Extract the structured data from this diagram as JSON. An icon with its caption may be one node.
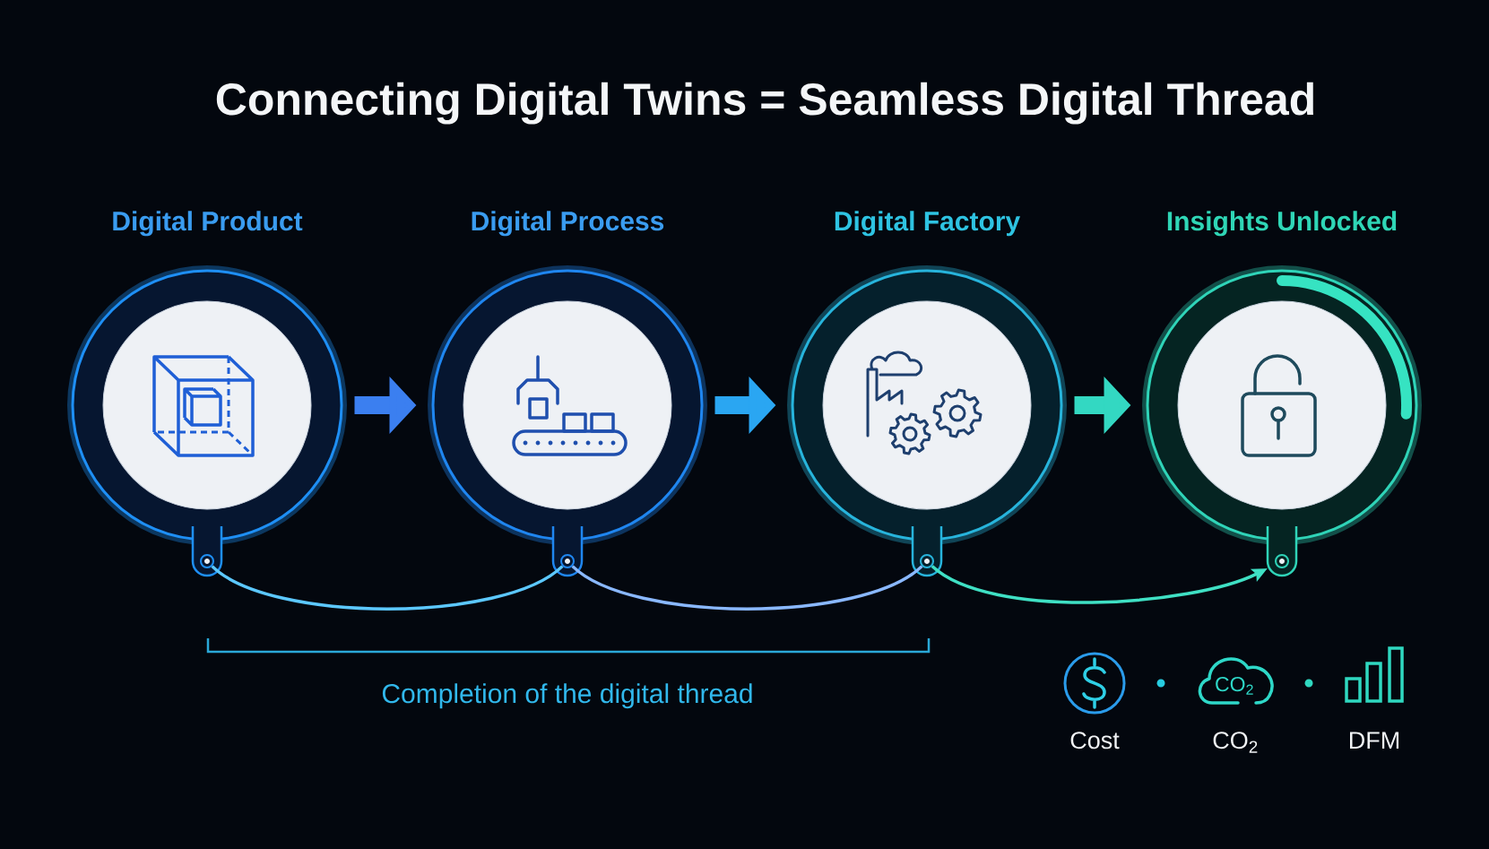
{
  "diagram": {
    "title": "Connecting Digital Twins = Seamless Digital Thread",
    "nodes": [
      {
        "text": [
          "Digital Product"
        ]
      },
      {
        "text": [
          "Digital Process"
        ]
      },
      {
        "text": [
          "Digital Factory"
        ]
      },
      {
        "text": [
          "Insights Unlocked"
        ]
      }
    ],
    "edges": [
      {
        "from": 0,
        "to": 1,
        "arrow": "to",
        "style": "thick",
        "color": "#3b7ff0"
      },
      {
        "from": 1,
        "to": 2,
        "arrow": "to",
        "style": "thick",
        "color": "#2aa6f2"
      },
      {
        "from": 2,
        "to": 3,
        "arrow": "to",
        "style": "thick",
        "color": "#33d8c2"
      },
      {
        "from": 0,
        "to": 1,
        "arrow": "none",
        "color": "#5cc8ff"
      },
      {
        "from": 1,
        "to": 2,
        "arrow": "none",
        "color": "#8ab8ff"
      },
      {
        "from": 2,
        "to": 3,
        "arrow": "to",
        "color": "#3fe0c4"
      }
    ],
    "labels": [
      "Completion of the digital thread",
      "CO$_{2}$",
      "Cost",
      "CO$_{2}$",
      "DFM"
    ]
  }
}
